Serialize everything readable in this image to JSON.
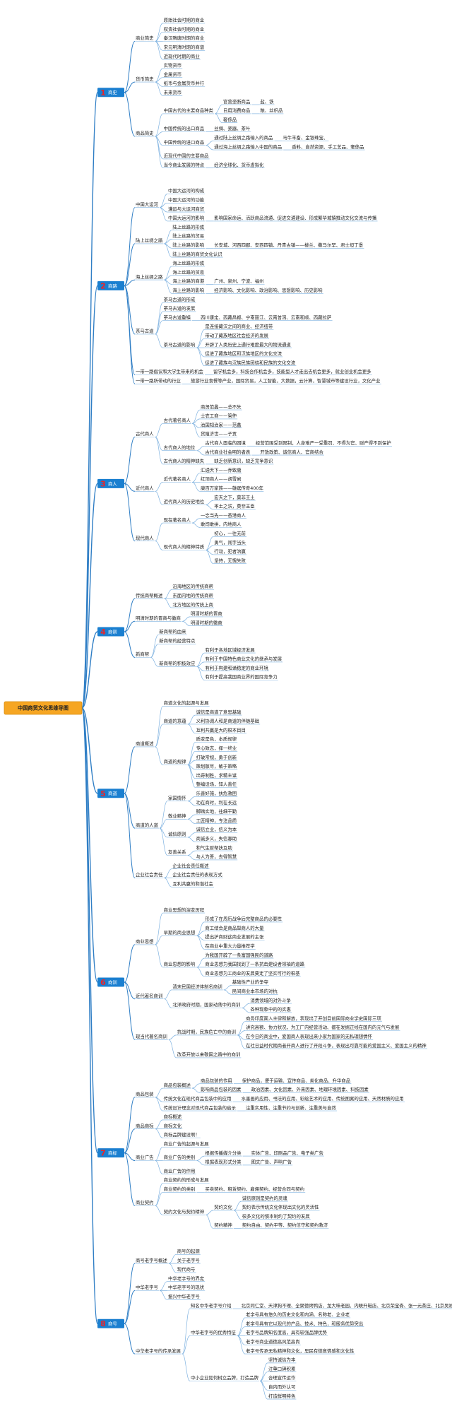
{
  "root": {
    "label": "中国商贸文化思维导图"
  },
  "colors": {
    "root_bg": "#f6a623",
    "root_border": "#d98a0a",
    "chapter_bg": "#1a7fd0",
    "chapter_num": "#e8262b",
    "line": "#2f7ec5",
    "line_light": "#7fb2e0",
    "text": "#222222",
    "root_text": "#222222"
  },
  "chapters": [
    {
      "num": "1",
      "label": "商史",
      "children": [
        {
          "label": "商业简史",
          "children": [
            {
              "label": "原始社会时期的商业"
            },
            {
              "label": "权贵社会时期的商业"
            },
            {
              "label": "秦汉隋唐时期的商业"
            },
            {
              "label": "宋元明清时期的商谱"
            },
            {
              "label": "近现代时期的商业"
            }
          ]
        },
        {
          "label": "货币简史",
          "children": [
            {
              "label": "实物货币"
            },
            {
              "label": "金属货币"
            },
            {
              "label": "纸币与金属货币并行"
            },
            {
              "label": "未来货币"
            }
          ]
        },
        {
          "label": "商品简史",
          "children": [
            {
              "label": "中国古代的主要商品种类",
              "children": [
                {
                  "label": "官营垄断商品",
                  "children": [
                    {
                      "label": "盐、铁"
                    }
                  ]
                },
                {
                  "label": "日用消费商品",
                  "children": [
                    {
                      "label": "粮、丝织品"
                    }
                  ]
                },
                {
                  "label": "奢侈品"
                }
              ]
            },
            {
              "label": "中国传统的出口商品",
              "children": [
                {
                  "label": "丝绸、瓷器、茶叶"
                }
              ]
            },
            {
              "label": "中国传统的进口商品",
              "children": [
                {
                  "label": "通过陆上丝绸之路输入的商品",
                  "children": [
                    {
                      "label": "马牛羊畜、金银珠宝、"
                    }
                  ]
                },
                {
                  "label": "通过海上丝绸之路输入中国的商品",
                  "children": [
                    {
                      "label": "香料、自然资源、手工艺品、奢侈品"
                    }
                  ]
                }
              ]
            },
            {
              "label": "近现代中国的主要商品"
            },
            {
              "label": "当今商业发展的特点",
              "children": [
                {
                  "label": "经济全球化、货币虚拟化"
                }
              ]
            }
          ]
        }
      ]
    },
    {
      "num": "2",
      "label": "商路",
      "children": [
        {
          "label": "中国大运河",
          "children": [
            {
              "label": "中国大运河的构成"
            },
            {
              "label": "中国大运河的功能"
            },
            {
              "label": "漕运与大运河商贸"
            },
            {
              "label": "中国大运河的影响",
              "children": [
                {
                  "label": "影响国家命运、活跃商品流通、促进交通建设、形成繁华城镇推动文化交流与传播"
                }
              ]
            }
          ]
        },
        {
          "label": "陆上丝绸之路",
          "children": [
            {
              "label": "陆上丝路的形成"
            },
            {
              "label": "陆上丝路的贸易"
            },
            {
              "label": "陆上丝路的影响",
              "children": [
                {
                  "label": "长安城、河西四郡、安西四镇、丹青古镇——楼兰、撒马尔罕、君士坦丁堡"
                }
              ]
            },
            {
              "label": "陆上丝路的商贸文化认识"
            }
          ]
        },
        {
          "label": "海上丝绸之路",
          "children": [
            {
              "label": "海上丝路的形成"
            },
            {
              "label": "海上丝路的贸易"
            },
            {
              "label": "海上丝路的商港",
              "children": [
                {
                  "label": "广州、泉州、宁波、福州"
                }
              ]
            },
            {
              "label": "海上丝路的影响",
              "children": [
                {
                  "label": "经济影响、文化影响、政治影响、思想影响、历史影响"
                }
              ]
            }
          ]
        },
        {
          "label": "茶马古道",
          "children": [
            {
              "label": "茶马古道的形成"
            },
            {
              "label": "茶马古道的发展"
            },
            {
              "label": "茶马古道重镇",
              "children": [
                {
                  "label": "西川康定、西藏昌都、宁南丽江、云南普洱、云南和顺、西藏拉萨"
                }
              ]
            },
            {
              "label": "茶马古道的影响",
              "children": [
                {
                  "label": "是连接藏汉之间的商业、经济纽带"
                },
                {
                  "label": "带动了藏族地区社会经济的发展"
                },
                {
                  "label": "开辟了人类历史上通行难度最大的物流通道"
                },
                {
                  "label": "促进了藏族地区和汉族地区的文化交流"
                },
                {
                  "label": "促进了藏族与汉族民族团结和民族的文化交流"
                }
              ]
            }
          ]
        },
        {
          "label": "一带一路倡议和大学生带来的机会",
          "children": [
            {
              "label": "留学机会多，科技合作机会多，技能型人才走出去机会更多，就业创业机会更多"
            }
          ]
        },
        {
          "label": "一带一路所带动的行业",
          "children": [
            {
              "label": "旅游行业食餐等产业，国际贸易，人工智能，大数据，云计算，智慧城市等建设行业，文化产业"
            }
          ]
        }
      ]
    },
    {
      "num": "3",
      "label": "商人",
      "children": [
        {
          "label": "古代商人",
          "children": [
            {
              "label": "古代著名商人",
              "children": [
                {
                  "label": "商贤范蠡——总不失"
                },
                {
                  "label": "士农工商——管仲"
                },
                {
                  "label": "治国知治家——范蠡"
                },
                {
                  "label": "货殖济世——子贡"
                }
              ]
            },
            {
              "label": "古代商人的地位",
              "children": [
                {
                  "label": "古代商人面临的困境",
                  "children": [
                    {
                      "label": "经营范围受到限制，人身难严一受重罚、不得为官、财产得不到保护"
                    }
                  ]
                },
                {
                  "label": "古代商业社会明的者表",
                  "children": [
                    {
                      "label": "开放政策、诚信商人、官商结合"
                    }
                  ]
                }
              ]
            },
            {
              "label": "古代商人的精神缺失",
              "children": [
                {
                  "label": "缺乏创新意识，缺乏竞争意识"
                }
              ]
            }
          ]
        },
        {
          "label": "近代商人",
          "children": [
            {
              "label": "近代著名商人",
              "children": [
                {
                  "label": "汇通天下——乔致庸"
                },
                {
                  "label": "红顶商人——胡雪岩"
                },
                {
                  "label": "康百万家族——雄踞传奇400年"
                }
              ]
            },
            {
              "label": "近代商人的历史地位",
              "children": [
                {
                  "label": "宏天之下，莫非王土"
                },
                {
                  "label": "率土之滨，莫非王臣"
                }
              ]
            }
          ]
        },
        {
          "label": "现代商人",
          "children": [
            {
              "label": "现在著名商人",
              "children": [
                {
                  "label": "一忘当先——香港商人"
                },
                {
                  "label": "敢闯敢拼，内地商人"
                }
              ]
            },
            {
              "label": "现代商人的精神特质",
              "children": [
                {
                  "label": "初心，一往无前"
                },
                {
                  "label": "勇气，闯字当头"
                },
                {
                  "label": "行动，犯者治赢"
                },
                {
                  "label": "坚持，无愧失败"
                }
              ]
            }
          ]
        }
      ]
    },
    {
      "num": "4",
      "label": "商帮",
      "children": [
        {
          "label": "传统商帮概述",
          "children": [
            {
              "label": "沿海地区的传统商帮"
            },
            {
              "label": "东面内地的传统商帮"
            },
            {
              "label": "北方地区的传统上商"
            }
          ]
        },
        {
          "label": "明清时期的晋商与徽商",
          "children": [
            {
              "label": "明清时期的晋商"
            },
            {
              "label": "明清时期的徽商"
            }
          ]
        },
        {
          "label": "新商帮",
          "children": [
            {
              "label": "新商帮的由来"
            },
            {
              "label": "新商帮的经营特点"
            },
            {
              "label": "新商帮的积极效应",
              "children": [
                {
                  "label": "有利于各地区域经济发展"
                },
                {
                  "label": "有利于中国特色商业文化的继承与发展"
                },
                {
                  "label": "有利于构建和谐稳定的商业环境"
                },
                {
                  "label": "有利于提高我国商业界的国际竞争力"
                }
              ]
            }
          ]
        }
      ]
    },
    {
      "num": "5",
      "label": "商道",
      "children": [
        {
          "label": "商道概述",
          "children": [
            {
              "label": "商道文化的起源与发展"
            },
            {
              "label": "商道的意蕴",
              "children": [
                {
                  "label": "诚信是商道了意思基础"
                },
                {
                  "label": "义利协调人和是商道的伴随基础"
                },
                {
                  "label": "互利共赢是大的根本目目"
                }
              ]
            },
            {
              "label": "商道的规律",
              "children": [
                {
                  "label": "质变是色，本质规律"
                },
                {
                  "label": "专心致志，择一终业"
                },
                {
                  "label": "打破常规，勇于创新"
                },
                {
                  "label": "策划散尽，敏于策略"
                },
                {
                  "label": "出奇制胜，求精主谋"
                },
                {
                  "label": "整编设场，知人善任"
                }
              ]
            }
          ]
        },
        {
          "label": "商道的人道",
          "children": [
            {
              "label": "家国情怀",
              "children": [
                {
                  "label": "乐善好施，扶危救困"
                },
                {
                  "label": "功在商时，利在长远"
                }
              ]
            },
            {
              "label": "敬业精神",
              "children": [
                {
                  "label": "脚踏实地，往细干勤"
                },
                {
                  "label": "工匠精神，专注品质"
                }
              ]
            },
            {
              "label": "诚信原则",
              "children": [
                {
                  "label": "诚信立业，信义为本"
                },
                {
                  "label": "商诚多义，失信寡助"
                }
              ]
            },
            {
              "label": "友善关系",
              "children": [
                {
                  "label": "和气生财帮扶互助"
                },
                {
                  "label": "与人为善，去得智慧"
                }
              ]
            }
          ]
        },
        {
          "label": "企业社会责任",
          "children": [
            {
              "label": "企业社会责任概述"
            },
            {
              "label": "企业社会责任的表现方式"
            },
            {
              "label": "互利共赢的和谐社会"
            }
          ]
        }
      ]
    },
    {
      "num": "6",
      "label": "商训",
      "children": [
        {
          "label": "商业思想",
          "children": [
            {
              "label": "商业思想的演变历程"
            },
            {
              "label": "早期的商业思想",
              "children": [
                {
                  "label": "形成了在周历战争后完整商品的必要性"
                },
                {
                  "label": "商工结合是商品型商人的大量"
                },
                {
                  "label": "提出护商财这商业发展的主张"
                },
                {
                  "label": "在商业中重大力量推荐学"
                }
              ]
            },
            {
              "label": "商业思想的影响",
              "children": [
                {
                  "label": "为我国开辟了一条富国强民的道路"
                },
                {
                  "label": "商业思想为我国找到了一条抗击建设者领袖的道路"
                },
                {
                  "label": "商业思想为工商业的发展奠定了坚实可行的根基"
                }
              ]
            }
          ]
        },
        {
          "label": "近代著名商训",
          "children": [
            {
              "label": "清末民国经济体制名商训",
              "children": [
                {
                  "label": "基础性产业的争夺"
                },
                {
                  "label": "民间商业本市场的对抗"
                }
              ]
            },
            {
              "label": "北洋政府时期，国家动荡中的商训",
              "children": [
                {
                  "label": "消费领域的对外斗争"
                },
                {
                  "label": "各种现象中的的实惠"
                }
              ]
            }
          ]
        },
        {
          "label": "现当代著名商训",
          "children": [
            {
              "label": "抗战时期，民族危亡中的商训",
              "children": [
                {
                  "label": "商务印度面入主律和解放，表现出了开创目前国际商业学史国际三项"
                },
                {
                  "label": "讲究高额、协力状况，为工厂内经营活动、都在发掘正线在国内的元气与发展"
                },
                {
                  "label": "在今日的商业中，爱国商人表现出来小家为国家的无私理想情怀"
                },
                {
                  "label": "在社日益时代期商者开商人进行了开段斗争，表现出可靠可能的爱国主义、爱国主义的精神"
                }
              ]
            },
            {
              "label": "改革开放以来敬国之路中的商训"
            }
          ]
        }
      ]
    },
    {
      "num": "7",
      "label": "商标",
      "children": [
        {
          "label": "商品包装",
          "children": [
            {
              "label": "商品包装概述",
              "children": [
                {
                  "label": "商品包装的作用",
                  "children": [
                    {
                      "label": "保护商品，便于运输、宣传商品、美化商品、升华商品"
                    }
                  ]
                },
                {
                  "label": "影响商品包装的因素",
                  "children": [
                    {
                      "label": "政治因素、文化因素、外来因素、地理环境因素、科技因素"
                    }
                  ]
                }
              ]
            },
            {
              "label": "传统文化在现代商品包装中的应用",
              "children": [
                {
                  "label": "水墨画的应用、书法的应用、彩绘艺术的应用、传统图案的应用、天然材质的应用"
                }
              ]
            },
            {
              "label": "传统设计理念对现代商品包装的启示",
              "children": [
                {
                  "label": "注重实用性、注重节约与创新、注重美与自然"
                }
              ]
            }
          ]
        },
        {
          "label": "商品商标",
          "children": [
            {
              "label": "商标概述"
            },
            {
              "label": "商标文化"
            },
            {
              "label": "商标品牌建设啊！"
            }
          ]
        },
        {
          "label": "商业广告",
          "children": [
            {
              "label": "商业广告的起源与发展"
            },
            {
              "label": "商业广告的类别",
              "children": [
                {
                  "label": "根据传播媒介分类",
                  "children": [
                    {
                      "label": "实体广告、印刷品广告、电子类广告"
                    }
                  ]
                },
                {
                  "label": "根据表现形式分类",
                  "children": [
                    {
                      "label": "图文广告、声响广告"
                    }
                  ]
                }
              ]
            },
            {
              "label": "商业广告的作用"
            }
          ]
        },
        {
          "label": "商业契约",
          "children": [
            {
              "label": "商业契约的形成与发展"
            },
            {
              "label": "商业契约的类别",
              "children": [
                {
                  "label": "买卖契约、租赁契约、雇佣契约、经营合同与契约"
                }
              ]
            },
            {
              "label": "契约文化与契约精神",
              "children": [
                {
                  "label": "契约文化",
                  "children": [
                    {
                      "label": "诚信原则是契约的灵魂"
                    },
                    {
                      "label": "契约表示传统文化体现出文化的灵活性"
                    },
                    {
                      "label": "很多文化的惯本制约了契约的发展"
                    }
                  ]
                },
                {
                  "label": "契约精神",
                  "children": [
                    {
                      "label": "契约自由、契约平等、契约信守和契约救济"
                    }
                  ]
                }
              ]
            }
          ]
        }
      ]
    },
    {
      "num": "8",
      "label": "商号",
      "children": [
        {
          "label": "商号老字号概述",
          "children": [
            {
              "label": "商号的起源"
            },
            {
              "label": "关于老字号"
            },
            {
              "label": "现代商号"
            }
          ]
        },
        {
          "label": "中华老字号",
          "children": [
            {
              "label": "中华老字号的界定"
            },
            {
              "label": "中华老字号的现状"
            },
            {
              "label": "振兴中华老字号"
            }
          ]
        },
        {
          "label": "中华老字号的传承发展",
          "children": [
            {
              "label": "知名中华老字号介绍",
              "children": [
                {
                  "label": "北京同仁堂、天津狗不理、全聚德烤鸭店、龙大味老园、内联升鞋店、北京荣宝斋、张一元茶庄、北京吴裕泰、都一处烧麦馆、广誉楼瓷器"
                }
              ]
            },
            {
              "label": "中华老字号的优秀特征",
              "children": [
                {
                  "label": "老字号具有悠久的历史文化和内涵、名称老、企业老"
                },
                {
                  "label": "老字号具有它以现代的产品、技术、特色，和服务优势突出"
                },
                {
                  "label": "老字号品牌知名度高，具有较强品牌优势"
                },
                {
                  "label": "老字号商业道德高风范高尚"
                },
                {
                  "label": "老字号传承无私精神和文化，思民有德意情感和文化性"
                }
              ]
            },
            {
              "label": "中小企业如何树立品牌，打造品牌",
              "children": [
                {
                  "label": "坚持诚信为本"
                },
                {
                  "label": "注重口碑积累"
                },
                {
                  "label": "合理宣传运作"
                },
                {
                  "label": "自内而外认可"
                },
                {
                  "label": "打造鲜明特色"
                }
              ]
            }
          ]
        }
      ]
    }
  ]
}
